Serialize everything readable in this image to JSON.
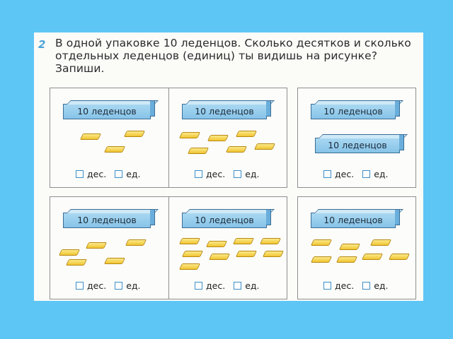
{
  "task": {
    "number": "2",
    "text": "В одной упаковке 10 леденцов. Сколько десятков и сколько отдельных леденцов (единиц) ты видишь на рисунке? Запиши."
  },
  "package_label": "10 леденцов",
  "answer": {
    "tens_label": "дес.",
    "units_label": "ед."
  },
  "cells": [
    {
      "packages": 1,
      "candies": 3
    },
    {
      "packages": 1,
      "candies": 6
    },
    {
      "packages": 2,
      "candies": 0
    },
    {
      "packages": 1,
      "candies": 5
    },
    {
      "packages": 1,
      "candies": 9
    },
    {
      "packages": 1,
      "candies": 7
    }
  ],
  "colors": {
    "background": "#5ec6f5",
    "box": "#9fd2ef",
    "candy": "#f5d24a",
    "checkbox": "#3d8ec9"
  }
}
